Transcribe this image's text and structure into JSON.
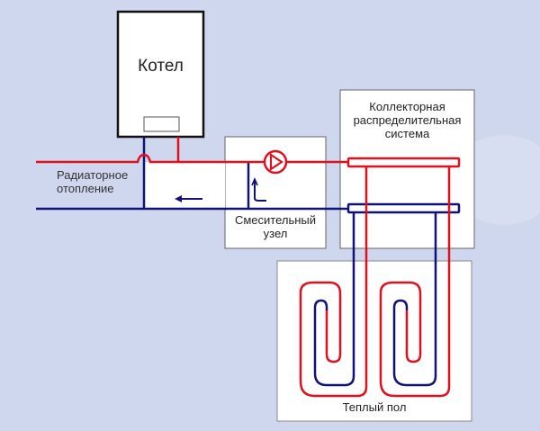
{
  "labels": {
    "boiler": "Котел",
    "radiator_line1": "Радиаторное",
    "radiator_line2": "отопление",
    "mixing_line1": "Смесительный",
    "mixing_line2": "узел",
    "collector_line1": "Коллекторная",
    "collector_line2": "распределительная",
    "collector_line3": "система",
    "floor": "Теплый пол"
  },
  "colors": {
    "background": "#cfd7ee",
    "supply": "#e0101c",
    "return": "#10127a",
    "box_fill": "#ffffff",
    "box_border": "#555555"
  }
}
